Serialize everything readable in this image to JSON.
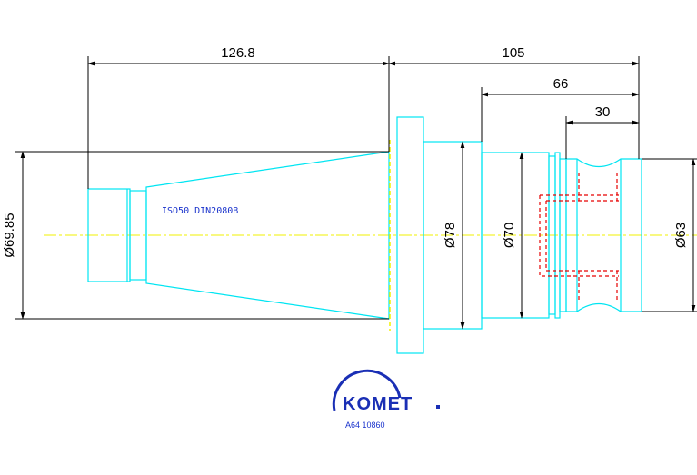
{
  "colors": {
    "outline": "#00e5f2",
    "dimension": "#000000",
    "centerline": "#f2f200",
    "hidden": "#e60000",
    "text_blue": "#1a33cc"
  },
  "dimensions": {
    "length_taper": "126.8",
    "length_body": "105",
    "length_66": "66",
    "length_30": "30",
    "dia_taper": "Ø69.85",
    "dia_flange": "Ø78",
    "dia_body": "Ø70",
    "dia_end": "Ø63"
  },
  "note": {
    "standard": "ISO50 DIN2080B"
  },
  "logo": {
    "brand": "KOMET",
    "code": "A64 10860"
  }
}
